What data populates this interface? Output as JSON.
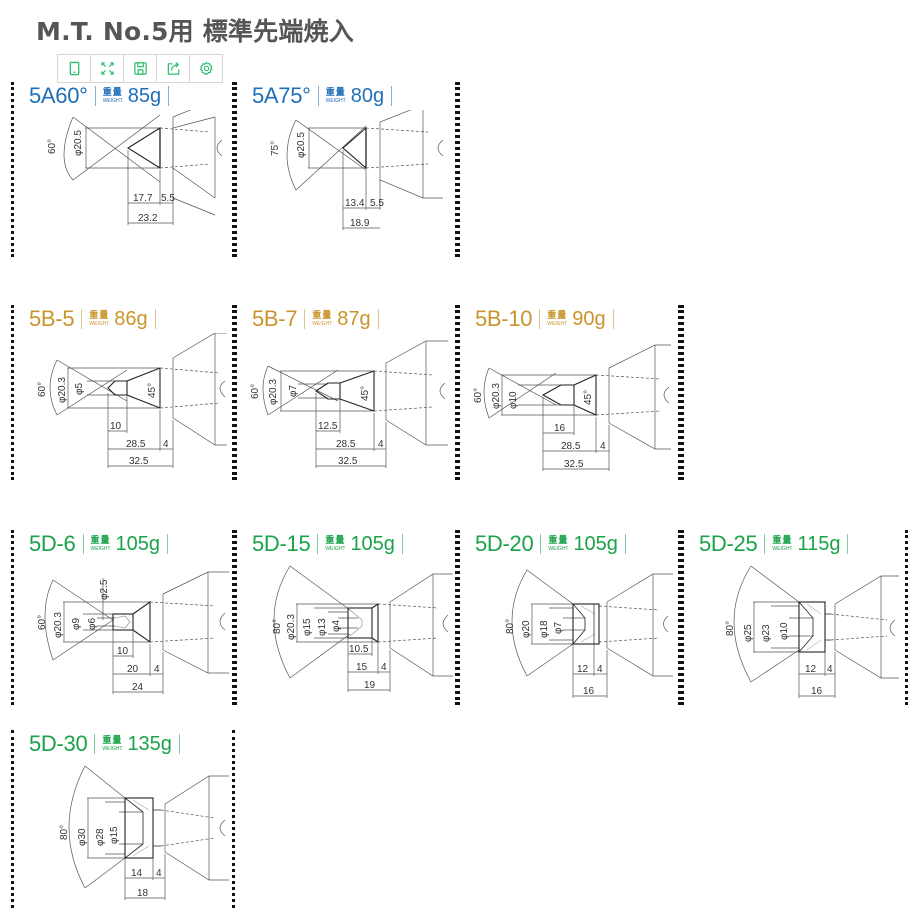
{
  "page": {
    "title": "M.T. No.5用 標準先端焼入"
  },
  "toolbar": {
    "icon_color": "#2bbd6e",
    "buttons": [
      {
        "name": "tablet-view",
        "icon": "tablet-icon"
      },
      {
        "name": "fullscreen",
        "icon": "expand-icon"
      },
      {
        "name": "save",
        "icon": "floppy-disk-icon"
      },
      {
        "name": "share",
        "icon": "share-icon"
      },
      {
        "name": "settings",
        "icon": "gear-icon"
      }
    ]
  },
  "weight_label": {
    "jp": "重量",
    "en": "WEIGHT"
  },
  "colors": {
    "A": "#1f6fb8",
    "B": "#c9952b",
    "D": "#1aa34a"
  },
  "products": [
    {
      "model": "5A60°",
      "weight": "85g",
      "series": "A",
      "dims": {
        "angle": "60°",
        "dia_outer": "φ20.5",
        "len1": "17.7",
        "len2": "5.5",
        "total": "23.2"
      }
    },
    {
      "model": "5A75°",
      "weight": "80g",
      "series": "A",
      "dims": {
        "angle": "75°",
        "dia_outer": "φ20.5",
        "len1": "13.4",
        "len2": "5.5",
        "total": "18.9"
      }
    },
    {
      "model": "5B-5",
      "weight": "86g",
      "series": "B",
      "dims": {
        "angle": "60°",
        "dia_outer": "φ20.3",
        "dia_inner": "φ5",
        "cone": "45°",
        "len_tip": "10",
        "len_mid": "28.5",
        "len_end": "4",
        "total": "32.5"
      }
    },
    {
      "model": "5B-7",
      "weight": "87g",
      "series": "B",
      "dims": {
        "angle": "60°",
        "dia_outer": "φ20.3",
        "dia_inner": "φ7",
        "cone": "45°",
        "len_tip": "12.5",
        "len_mid": "28.5",
        "len_end": "4",
        "total": "32.5"
      }
    },
    {
      "model": "5B-10",
      "weight": "90g",
      "series": "B",
      "dims": {
        "angle": "60°",
        "dia_outer": "φ20.3",
        "dia_inner": "φ10",
        "cone": "45°",
        "len_tip": "16",
        "len_mid": "28.5",
        "len_end": "4",
        "total": "32.5"
      }
    },
    {
      "model": "5D-6",
      "weight": "105g",
      "series": "D",
      "dims": {
        "angle": "60°",
        "dia_outer": "φ20.3",
        "dia_a": "φ9",
        "dia_b": "φ6",
        "dia_c": "φ2.5",
        "len_a": "10",
        "len_b": "20",
        "len_end": "4",
        "total": "24"
      }
    },
    {
      "model": "5D-15",
      "weight": "105g",
      "series": "D",
      "dims": {
        "angle": "80°",
        "dia_outer": "φ20.3",
        "dia_a": "φ15",
        "dia_b": "φ13",
        "dia_c": "φ4",
        "len_a": "10.5",
        "len_b": "15",
        "len_end": "4",
        "total": "19"
      }
    },
    {
      "model": "5D-20",
      "weight": "105g",
      "series": "D",
      "dims": {
        "angle": "80°",
        "dia_outer": "φ20",
        "dia_a": "φ18",
        "dia_b": "φ7",
        "len_b": "12",
        "len_end": "4",
        "total": "16"
      }
    },
    {
      "model": "5D-25",
      "weight": "115g",
      "series": "D",
      "dims": {
        "angle": "80°",
        "dia_outer": "φ25",
        "dia_a": "φ23",
        "dia_b": "φ10",
        "len_b": "12",
        "len_end": "4",
        "total": "16"
      }
    },
    {
      "model": "5D-30",
      "weight": "135g",
      "series": "D",
      "dims": {
        "angle": "80°",
        "dia_outer": "φ30",
        "dia_a": "φ28",
        "dia_b": "φ15",
        "len_b": "14",
        "len_end": "4",
        "total": "18"
      }
    }
  ]
}
